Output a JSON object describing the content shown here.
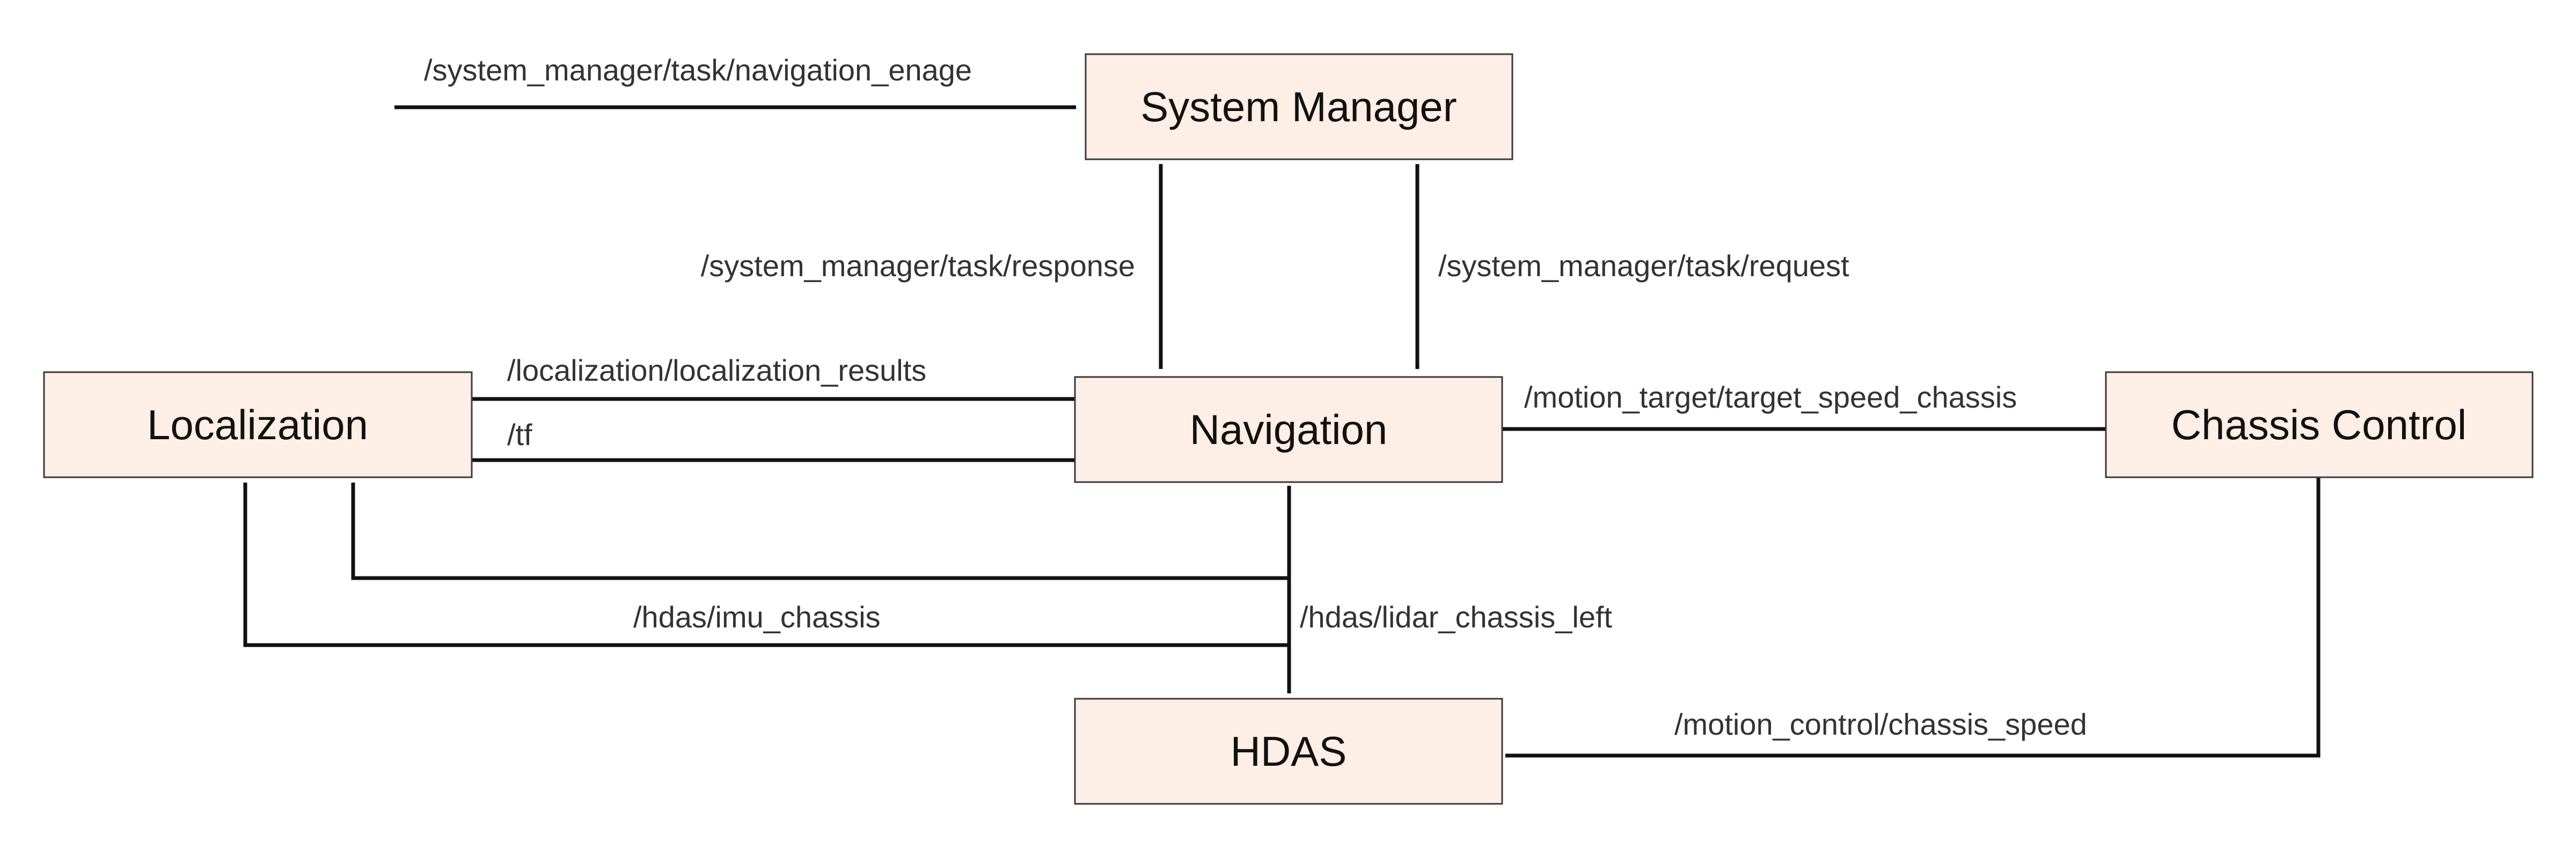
{
  "diagram": {
    "nodes": {
      "system_manager": "System Manager",
      "localization": "Localization",
      "navigation": "Navigation",
      "chassis_control": "Chassis Control",
      "hdas": "HDAS"
    },
    "edges": {
      "navigation_enage": "/system_manager/task/navigation_enage",
      "task_response": "/system_manager/task/response",
      "task_request": "/system_manager/task/request",
      "localization_results": "/localization/localization_results",
      "tf": "/tf",
      "target_speed_chassis": "/motion_target/target_speed_chassis",
      "imu_chassis": "/hdas/imu_chassis",
      "lidar_chassis_left": "/hdas/lidar_chassis_left",
      "chassis_speed": "/motion_control/chassis_speed"
    },
    "colors": {
      "node_fill": "#fdeee6",
      "node_stroke": "#3a3a3a",
      "edge": "#111111",
      "label_text": "#333333"
    }
  }
}
